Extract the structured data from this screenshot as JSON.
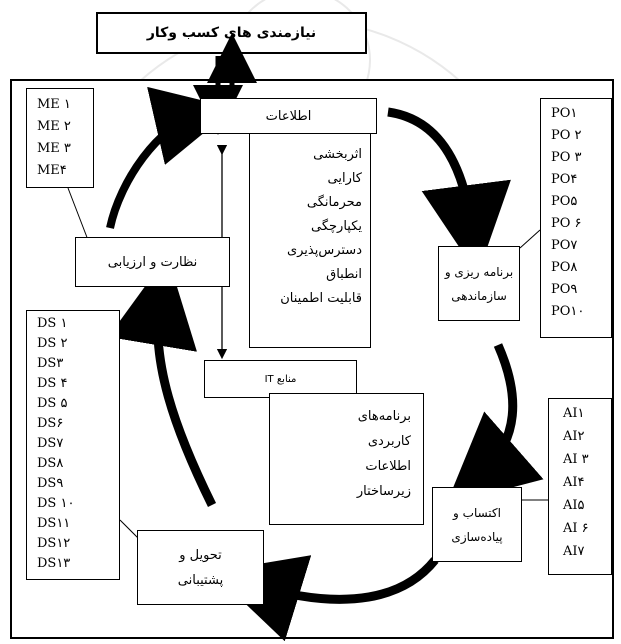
{
  "title": "نیازمندی های کسب وکار",
  "information": {
    "label": "اطلاعات",
    "criteria": [
      "اثربخشی",
      "کارایی",
      "محرمانگی",
      "یکپارچگی",
      "دسترس‌پذیری",
      "انطباق",
      "قابلیت اطمینان"
    ]
  },
  "it_resources": {
    "label": "منابع IT",
    "items": [
      "برنامه‌های",
      "کاربردی",
      "اطلاعات",
      "زیرساختار"
    ]
  },
  "domains": {
    "monitor": {
      "label": "نظارت و ارزیابی",
      "processes": [
        "ME ۱",
        "ME ۲",
        "ME ۳",
        "ME۴"
      ]
    },
    "plan": {
      "label_line1": "برنامه ریزی و",
      "label_line2": "سازماندهی",
      "processes": [
        "PO۱",
        "PO ۲",
        "PO ۳",
        "PO۴",
        "PO۵",
        "PO ۶",
        "PO۷",
        "PO۸",
        "PO۹",
        "PO۱۰"
      ]
    },
    "acquire": {
      "label_line1": "اکتساب و",
      "label_line2": "پیاده‌سازی",
      "processes": [
        "AI۱",
        "AI۲",
        "AI ۳",
        "AI۴",
        "AI۵",
        "AI ۶",
        "AI۷"
      ]
    },
    "deliver": {
      "label_line1": "تحویل و",
      "label_line2": "پشتیبانی",
      "processes": [
        "DS ۱",
        "DS ۲",
        "DS۳",
        "DS ۴",
        "DS ۵",
        "DS۶",
        "DS۷",
        "DS۸",
        "DS۹",
        "DS ۱۰",
        "DS۱۱",
        "DS۱۲",
        "DS۱۳"
      ]
    }
  }
}
